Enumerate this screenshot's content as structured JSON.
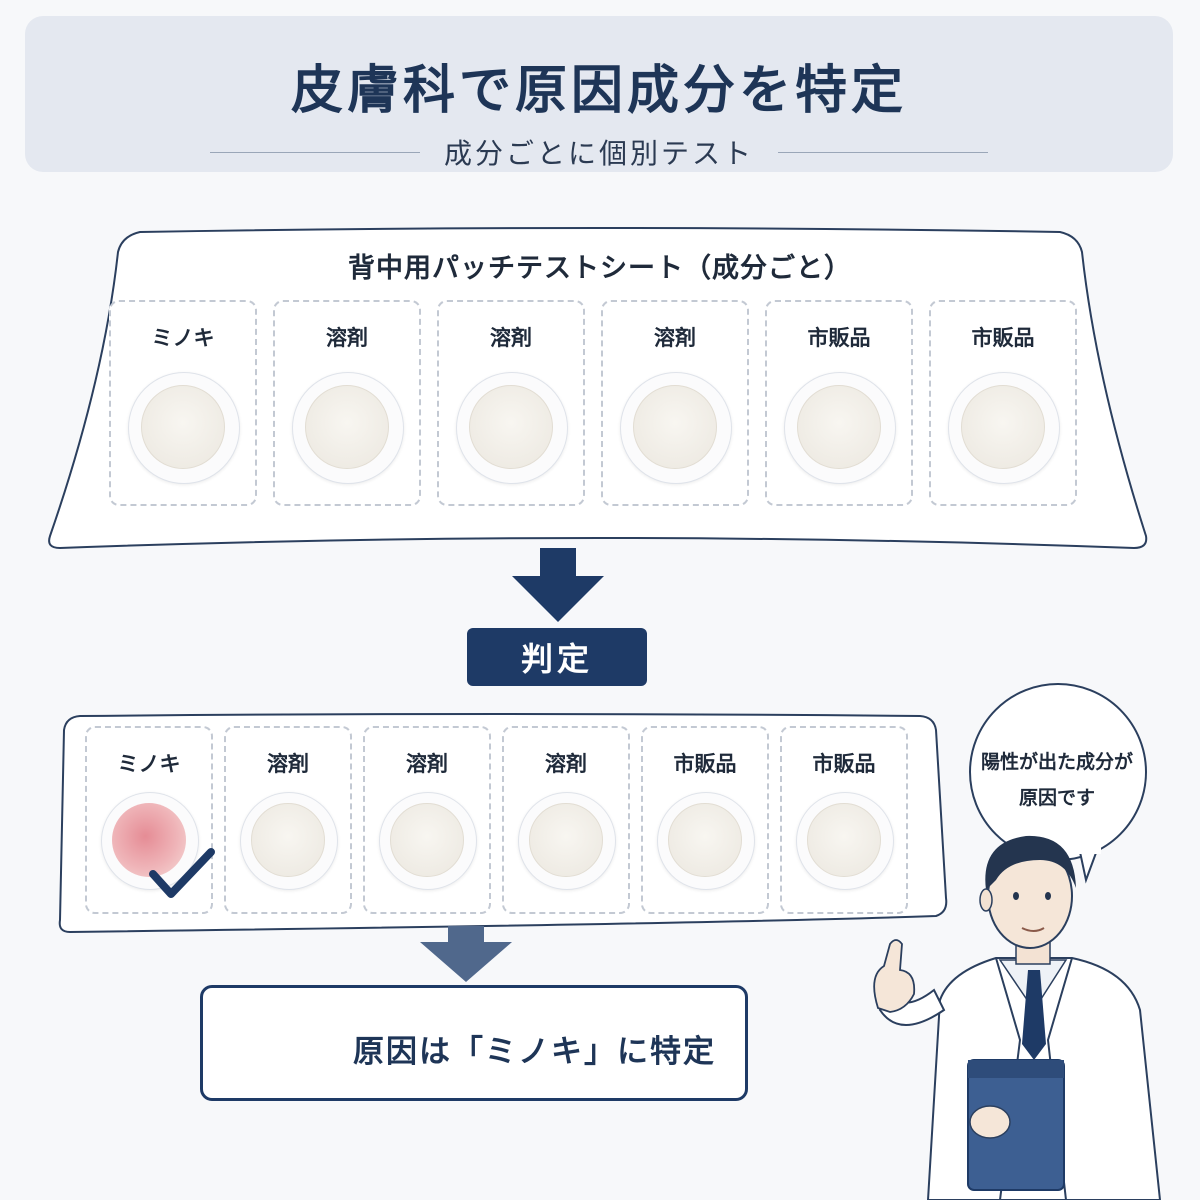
{
  "header": {
    "title": "皮膚科で原因成分を特定",
    "subtitle": "成分ごとに個別テスト"
  },
  "test_sheet": {
    "title": "背中用パッチテストシート（成分ごと）",
    "cells": [
      {
        "label": "ミノキ"
      },
      {
        "label": "溶剤"
      },
      {
        "label": "溶剤"
      },
      {
        "label": "溶剤"
      },
      {
        "label": "市販品"
      },
      {
        "label": "市販品"
      }
    ]
  },
  "verdict": {
    "label": "判定"
  },
  "result_sheet": {
    "cells": [
      {
        "label": "ミノキ",
        "reaction": "positive"
      },
      {
        "label": "溶剤",
        "reaction": "none"
      },
      {
        "label": "溶剤",
        "reaction": "none"
      },
      {
        "label": "溶剤",
        "reaction": "none"
      },
      {
        "label": "市販品",
        "reaction": "none"
      },
      {
        "label": "市販品",
        "reaction": "none"
      }
    ]
  },
  "result": {
    "text": "原因は「ミノキ」に特定",
    "icon": "target-icon"
  },
  "doctor": {
    "speech_line1": "陽性が出た成分が",
    "speech_line2": "原因です",
    "icon": "doctor-illustration"
  },
  "colors": {
    "navy": "#1e3a66",
    "header_bg": "#e4e8f0",
    "positive_reaction": "#e8a3a8"
  }
}
